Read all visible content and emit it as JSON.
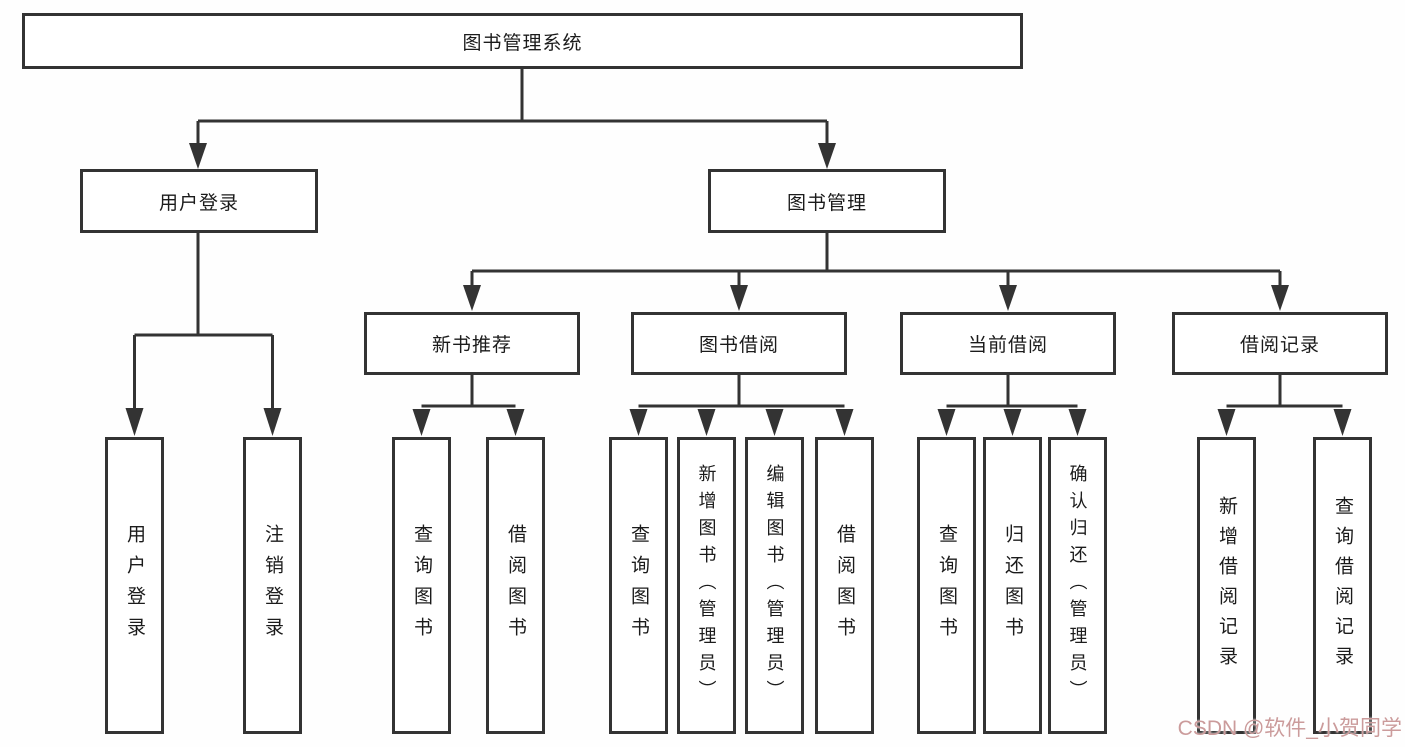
{
  "diagram": {
    "type": "hierarchy-tree",
    "line_color": "#333333",
    "box_border_color": "#333333",
    "tree": {
      "root": {
        "label": "图书管理系统"
      },
      "branches": [
        {
          "label": "用户登录",
          "children": [
            {
              "label": "用户登录"
            },
            {
              "label": "注销登录"
            }
          ]
        },
        {
          "label": "图书管理",
          "children": [
            {
              "label": "新书推荐",
              "children": [
                {
                  "label": "查询图书"
                },
                {
                  "label": "借阅图书"
                }
              ]
            },
            {
              "label": "图书借阅",
              "children": [
                {
                  "label": "查询图书"
                },
                {
                  "label": "新增图书（管理员）"
                },
                {
                  "label": "编辑图书（管理员）"
                },
                {
                  "label": "借阅图书"
                }
              ]
            },
            {
              "label": "当前借阅",
              "children": [
                {
                  "label": "查询图书"
                },
                {
                  "label": "归还图书"
                },
                {
                  "label": "确认归还（管理员）"
                }
              ]
            },
            {
              "label": "借阅记录",
              "children": [
                {
                  "label": "新增借阅记录"
                },
                {
                  "label": "查询借阅记录"
                }
              ]
            }
          ]
        }
      ]
    }
  },
  "watermark": {
    "text": "CSDN @软件_小贺同学",
    "color": "#cb9b9b"
  }
}
